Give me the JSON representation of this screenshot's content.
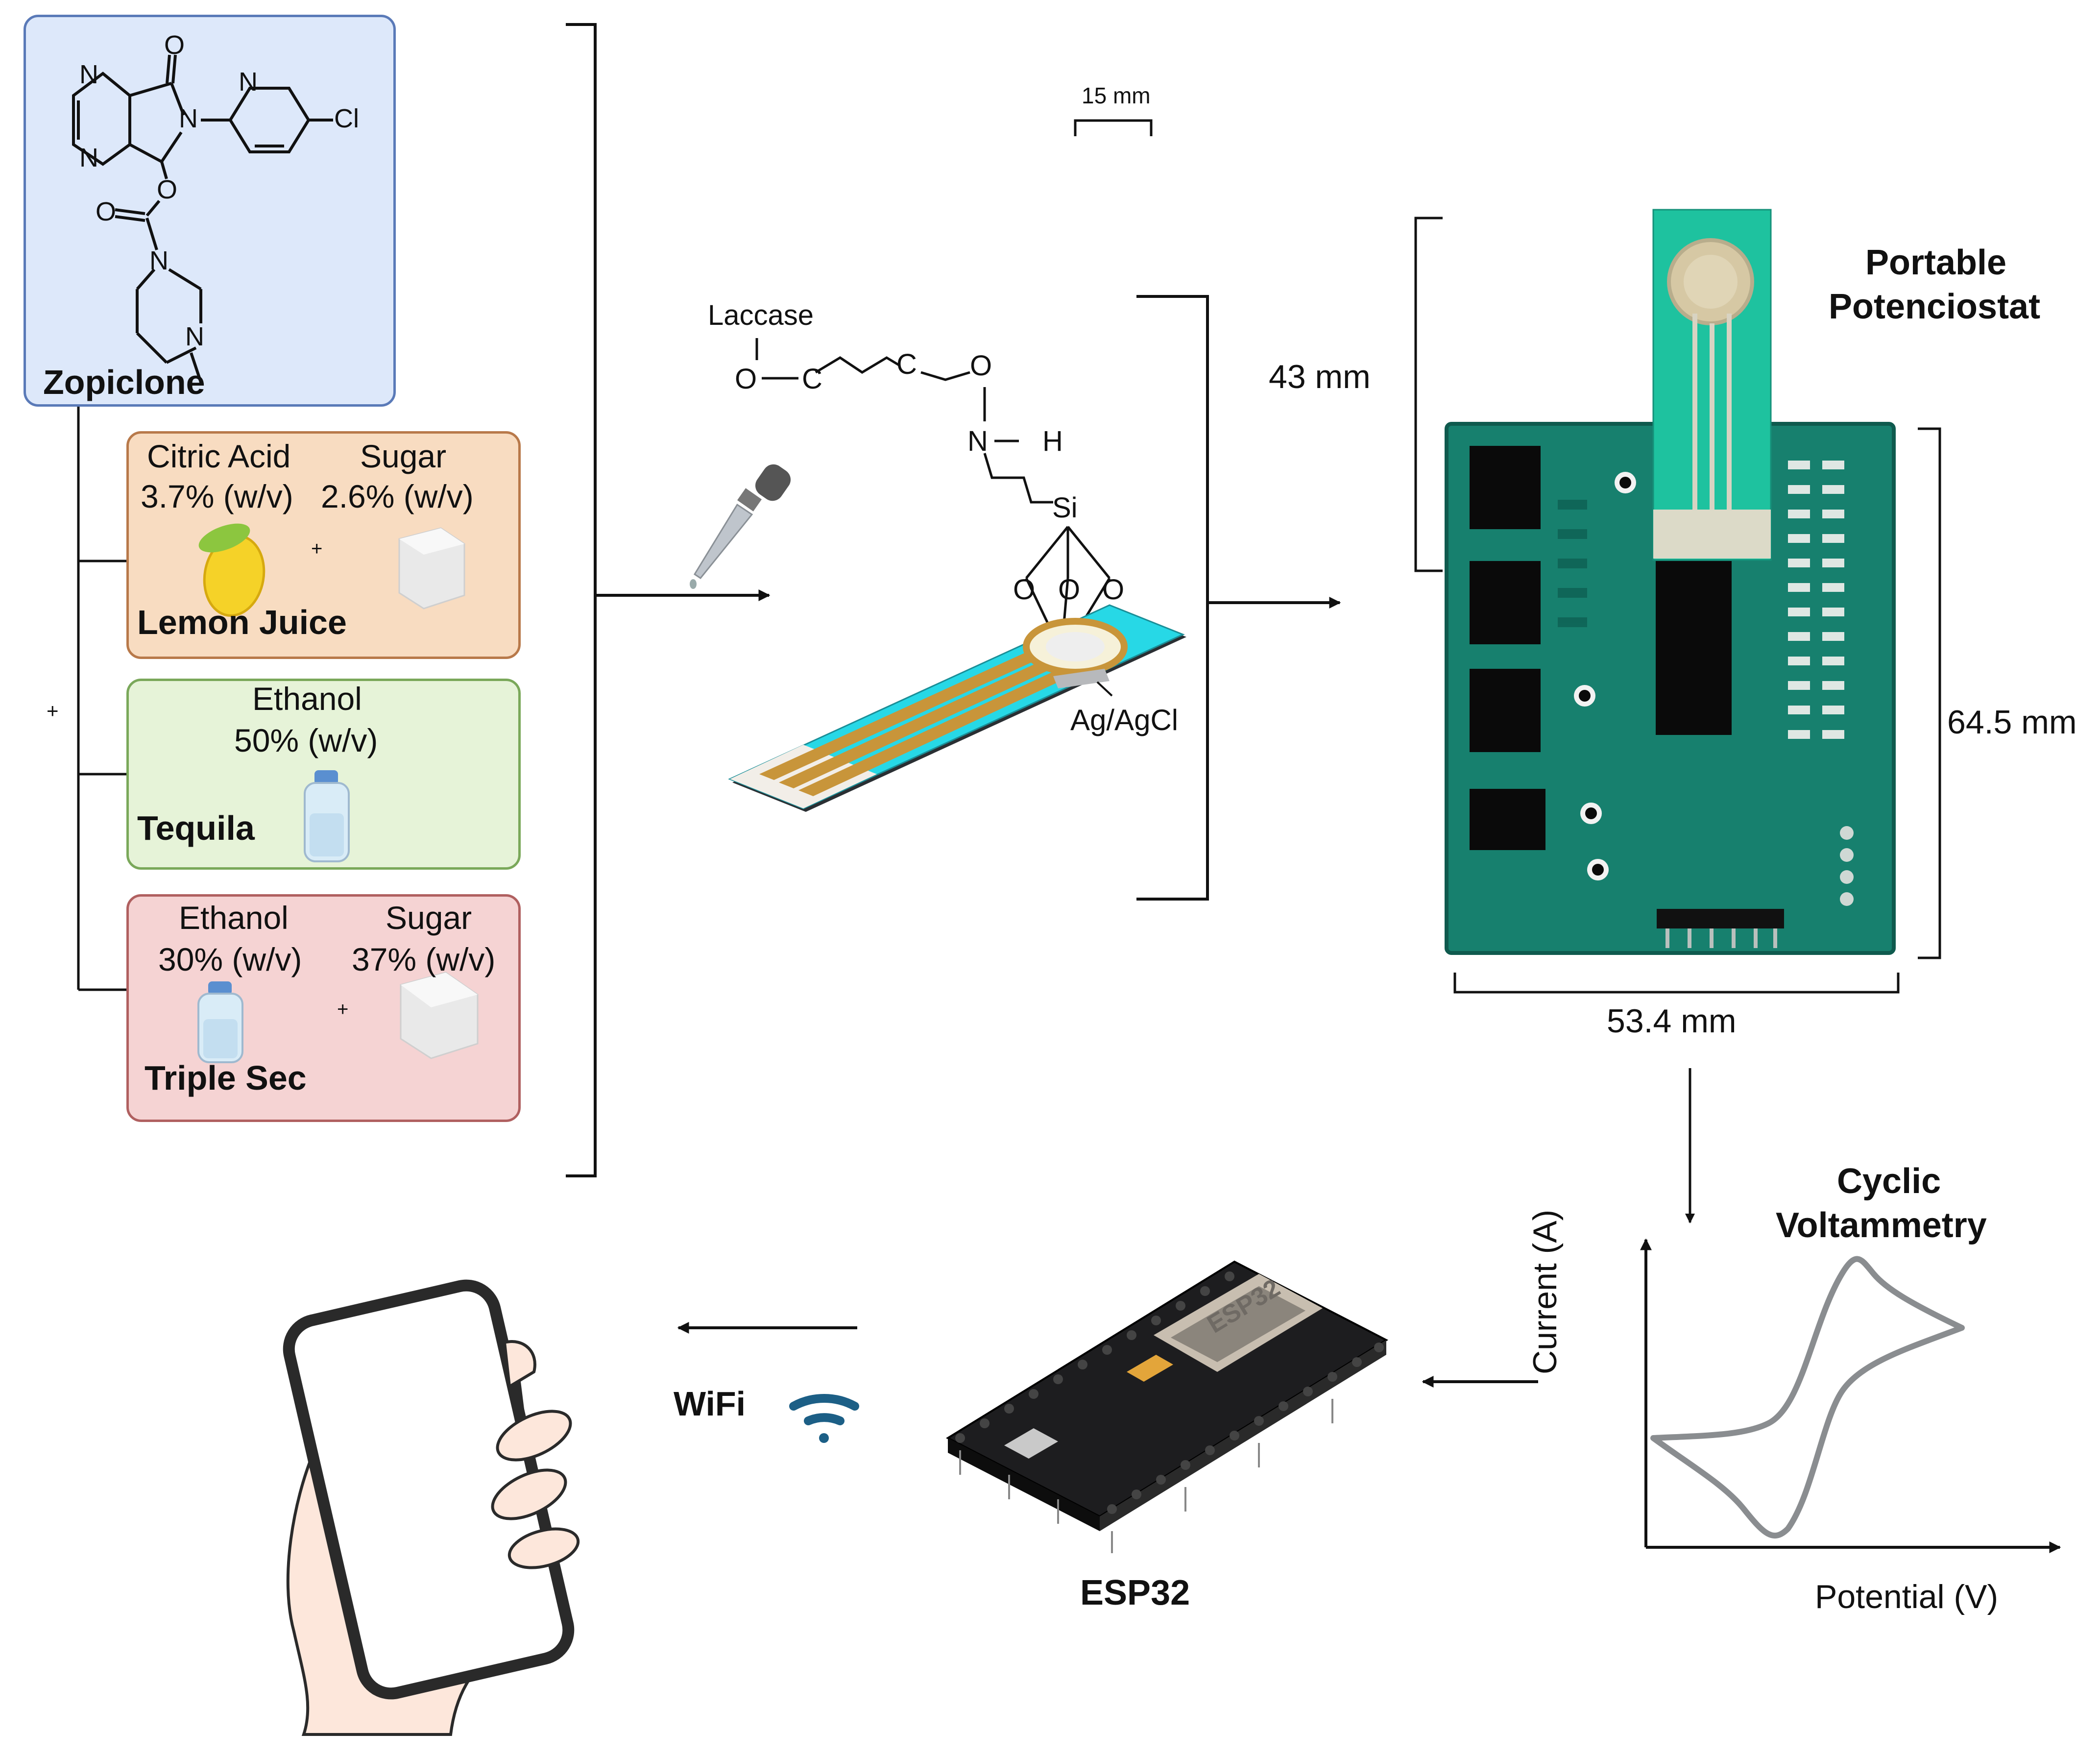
{
  "zopiclone": {
    "name": "Zopiclone",
    "atoms": {
      "n1": "N",
      "n2": "N",
      "n3": "N",
      "n4": "N",
      "n5": "N",
      "n6": "N",
      "o1": "O",
      "o2": "O",
      "o3": "O",
      "cl": "Cl"
    }
  },
  "lemon_juice": {
    "name": "Lemon Juice",
    "c1_name": "Citric Acid",
    "c1_conc": "3.7% (w/v)",
    "c2_name": "Sugar",
    "c2_conc": "2.6% (w/v)",
    "plus": "+"
  },
  "tequila": {
    "name": "Tequila",
    "c1_name": "Ethanol",
    "c1_conc": "50% (w/v)"
  },
  "triple_sec": {
    "name": "Triple Sec",
    "c1_name": "Ethanol",
    "c1_conc": "30% (w/v)",
    "c2_name": "Sugar",
    "c2_conc": "37% (w/v)",
    "plus": "+"
  },
  "mix_plus": "+",
  "sensor": {
    "scale": "15 mm",
    "laccase": "Laccase",
    "atoms": {
      "o1": "O",
      "c1": "C",
      "c2": "C",
      "o2": "O",
      "n": "N",
      "h": "H",
      "si": "Si",
      "o3": "O",
      "o4": "O",
      "o5": "O"
    },
    "ref_label": "Ag/AgCl"
  },
  "potentiostat": {
    "title_line1": "Portable",
    "title_line2": "Potenciostat",
    "dim_strip": "43 mm",
    "dim_height": "64.5 mm",
    "dim_width": "53.4 mm"
  },
  "cv": {
    "title_line1": "Cyclic",
    "title_line2": "Voltammetry",
    "ylabel": "Current (A)",
    "xlabel": "Potential (V)"
  },
  "esp32": {
    "label": "ESP32",
    "chip_text": "ESP32"
  },
  "wifi": {
    "label": "WiFi"
  },
  "colors": {
    "zopiclone_bg": "#dde8fa",
    "zopiclone_border": "#5a7ab8",
    "lemon_bg": "#f8dcc1",
    "lemon_border": "#b8794a",
    "tequila_bg": "#e6f3d8",
    "tequila_border": "#7aa85a",
    "triple_bg": "#f5d3d3",
    "triple_border": "#b06060",
    "sensor_substrate": "#27d8e6",
    "electrode_track": "#c8953a",
    "pcb_green": "#17806e",
    "wifi_blue": "#1c5f86"
  }
}
